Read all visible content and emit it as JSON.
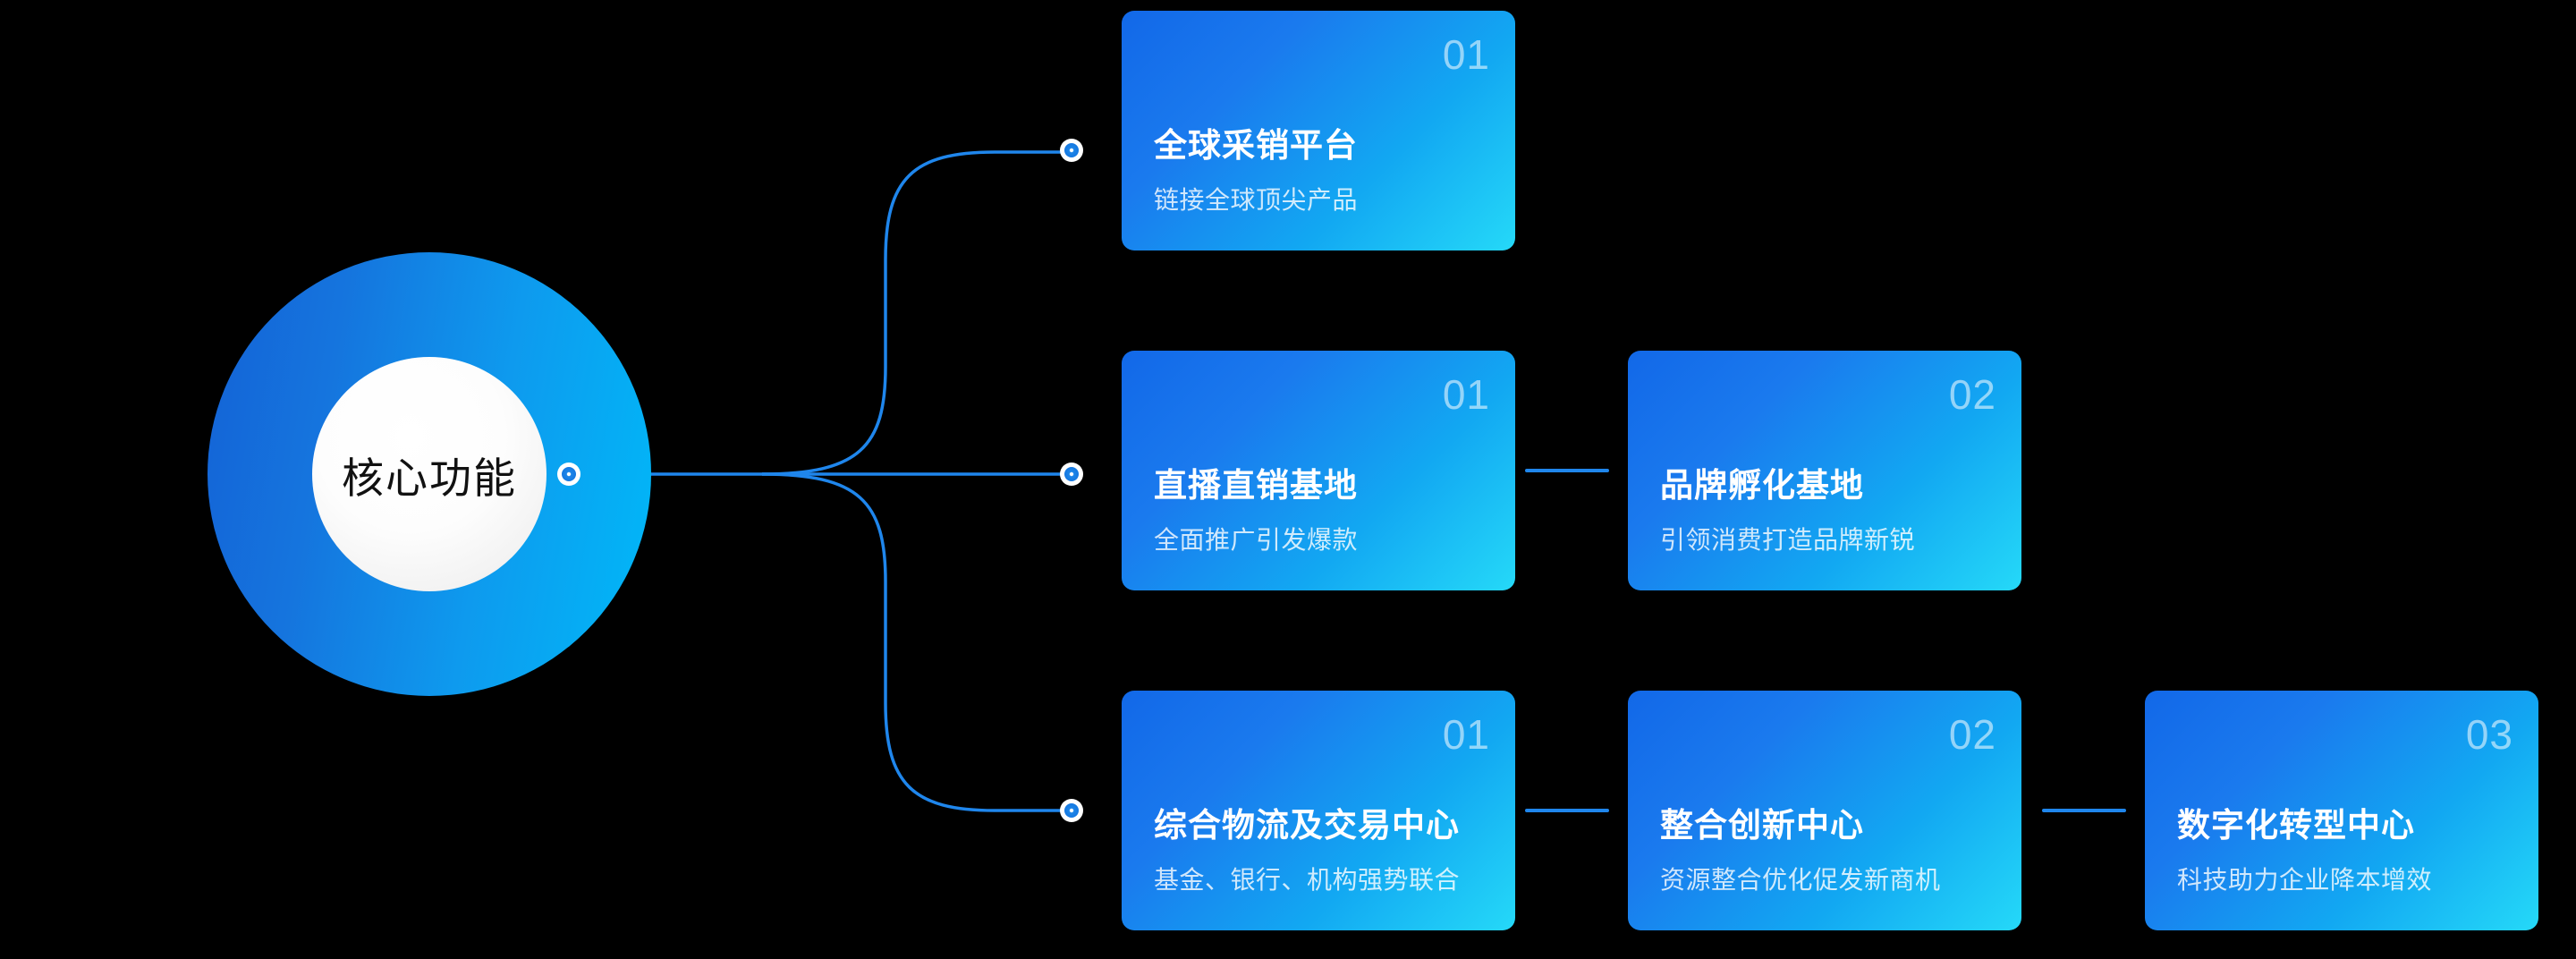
{
  "theme": {
    "background": "#000000",
    "accent_blue": "#1268e8",
    "accent_cyan": "#25d9f8",
    "line_blue": "#1f86ec",
    "hub_gradient_start": "#1462d6",
    "hub_gradient_end": "#00b9f8",
    "card_gradient_start": "#1268e8",
    "card_gradient_end": "#25d9f8",
    "number_color": "rgba(255,255,255,0.55)",
    "title_color": "#ffffff",
    "subtitle_color": "rgba(255,255,255,0.80)"
  },
  "hub": {
    "label": "核心功能"
  },
  "branches": [
    {
      "id": "branch-1",
      "cards": [
        {
          "number": "01",
          "title": "全球采销平台",
          "subtitle": "链接全球顶尖产品"
        }
      ]
    },
    {
      "id": "branch-2",
      "cards": [
        {
          "number": "01",
          "title": "直播直销基地",
          "subtitle": "全面推广引发爆款"
        },
        {
          "number": "02",
          "title": "品牌孵化基地",
          "subtitle": "引领消费打造品牌新锐"
        }
      ]
    },
    {
      "id": "branch-3",
      "cards": [
        {
          "number": "01",
          "title": "综合物流及交易中心",
          "subtitle": "基金、银行、机构强势联合"
        },
        {
          "number": "02",
          "title": "整合创新中心",
          "subtitle": "资源整合优化促发新商机"
        },
        {
          "number": "03",
          "title": "数字化转型中心",
          "subtitle": "科技助力企业降本增效"
        }
      ]
    }
  ]
}
